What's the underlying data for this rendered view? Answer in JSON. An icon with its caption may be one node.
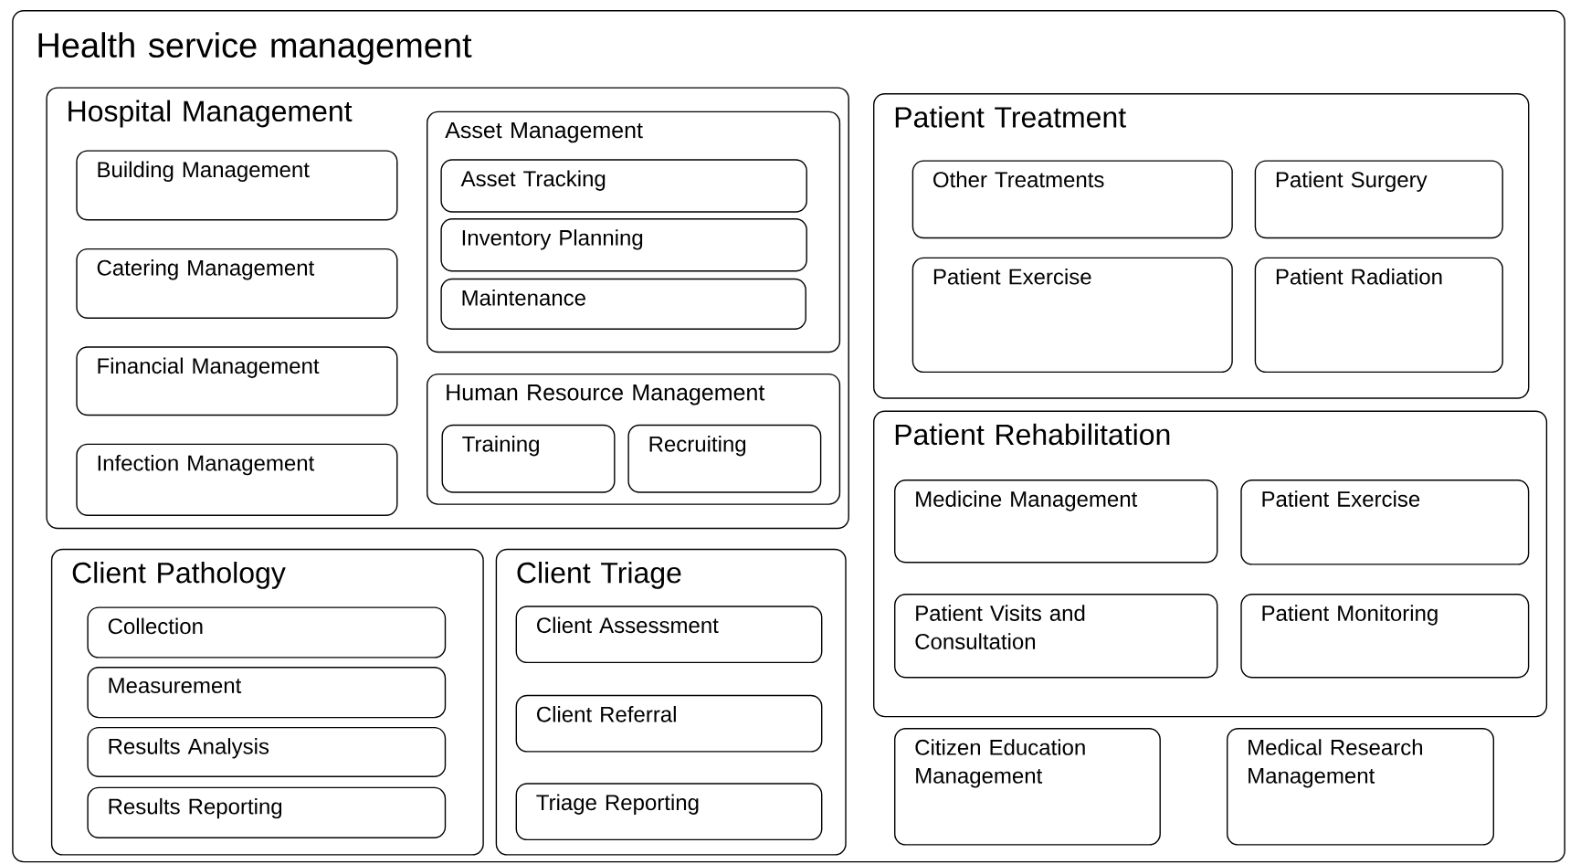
{
  "diagram": {
    "nodes": [
      {
        "text": [
          "Health service management"
        ]
      },
      {
        "text": [
          "Hospital Management"
        ],
        "in": 0
      },
      {
        "text": [
          "Building Management"
        ],
        "in": 1
      },
      {
        "text": [
          "Catering Management"
        ],
        "in": 1
      },
      {
        "text": [
          "Financial Management"
        ],
        "in": 1
      },
      {
        "text": [
          "Infection Management"
        ],
        "in": 1
      },
      {
        "text": [
          "Asset Management"
        ],
        "in": 1
      },
      {
        "text": [
          "Asset Tracking"
        ],
        "in": 6
      },
      {
        "text": [
          "Inventory Planning"
        ],
        "in": 6
      },
      {
        "text": [
          "Maintenance"
        ],
        "in": 6
      },
      {
        "text": [
          "Human Resource Management"
        ],
        "in": 1
      },
      {
        "text": [
          "Training"
        ],
        "in": 10
      },
      {
        "text": [
          "Recruiting"
        ],
        "in": 10
      },
      {
        "text": [
          "Patient Treatment"
        ],
        "in": 0
      },
      {
        "text": [
          "Other Treatments"
        ],
        "in": 13
      },
      {
        "text": [
          "Patient Surgery"
        ],
        "in": 13
      },
      {
        "text": [
          "Patient Exercise"
        ],
        "in": 13
      },
      {
        "text": [
          "Patient Radiation"
        ],
        "in": 13
      },
      {
        "text": [
          "Patient Rehabilitation"
        ],
        "in": 0
      },
      {
        "text": [
          "Medicine Management"
        ],
        "in": 18
      },
      {
        "text": [
          "Patient Exercise"
        ],
        "in": 18
      },
      {
        "text": [
          "Patient Visits and Consultation"
        ],
        "in": 18
      },
      {
        "text": [
          "Patient Monitoring"
        ],
        "in": 18
      },
      {
        "text": [
          "Client Pathology"
        ],
        "in": 0
      },
      {
        "text": [
          "Collection"
        ],
        "in": 23
      },
      {
        "text": [
          "Measurement"
        ],
        "in": 23
      },
      {
        "text": [
          "Results Analysis"
        ],
        "in": 23
      },
      {
        "text": [
          "Results Reporting"
        ],
        "in": 23
      },
      {
        "text": [
          "Client Triage"
        ],
        "in": 0
      },
      {
        "text": [
          "Client Assessment"
        ],
        "in": 28
      },
      {
        "text": [
          "Client Referral"
        ],
        "in": 28
      },
      {
        "text": [
          "Triage Reporting"
        ],
        "in": 28
      },
      {
        "text": [
          "Citizen Education Management"
        ],
        "in": 0
      },
      {
        "text": [
          "Medical Research Management"
        ],
        "in": 0
      }
    ]
  }
}
